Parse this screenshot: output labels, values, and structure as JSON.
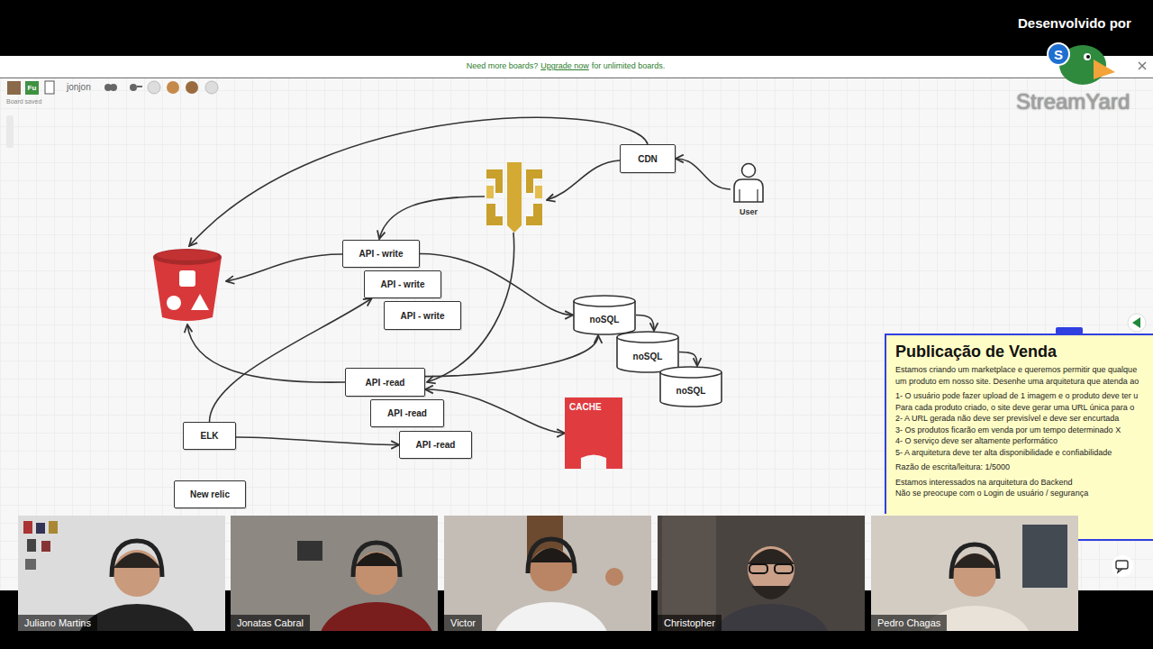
{
  "diagram": {
    "nodes": [
      {
        "text": [
          "CDN"
        ]
      },
      {
        "text": [
          "User"
        ]
      },
      {
        "text": [
          "API - write"
        ]
      },
      {
        "text": [
          "API - write"
        ]
      },
      {
        "text": [
          "noSQL"
        ]
      },
      {
        "text": [
          "API - write"
        ]
      },
      {
        "text": [
          "noSQL"
        ]
      },
      {
        "text": [
          "Publicação de Venda",
          "Estamos criando um marketplace e queremos permitir que qualque",
          "um produto em nosso site. Desenhe uma arquitetura que atenda ao",
          "1- O usuário pode fazer upload de 1 imagem e o produto deve ter u",
          "Para cada produto criado, o site deve gerar uma URL única para o",
          "2- A URL gerada não deve ser previsível e deve ser encurtada",
          "3- Os produtos ficarão em venda por um tempo determinado X",
          "4- O serviço deve ser altamente performático",
          "5- A arquitetura deve ter alta disponibilidade e confiabilidade",
          "Razão de escrita/leitura: 1/5000",
          "Estamos interessados na arquitetura do Backend",
          "Não se preocupe com o Login de usuário / segurança"
        ]
      },
      {
        "text": [
          "API -read"
        ]
      },
      {
        "text": [
          "noSQL"
        ]
      },
      {
        "text": [
          "CACHE"
        ]
      },
      {
        "text": [
          "API -read"
        ]
      },
      {
        "text": [
          "ELK"
        ]
      },
      {
        "text": [
          "API -read"
        ]
      },
      {
        "text": [
          "New relic"
        ]
      }
    ],
    "edges": [
      {
        "from": 1,
        "to": 0,
        "arrow": "to"
      },
      {
        "from": 2,
        "to": 4,
        "arrow": "to"
      },
      {
        "from": 4,
        "to": 6,
        "arrow": "to"
      },
      {
        "from": 6,
        "to": 9,
        "arrow": "to"
      },
      {
        "from": 8,
        "to": 4,
        "arrow": "to"
      },
      {
        "from": 8,
        "to": 10,
        "arrow": "both"
      },
      {
        "from": 12,
        "to": 3,
        "arrow": "to"
      },
      {
        "from": 12,
        "to": 13,
        "arrow": "to"
      }
    ],
    "labels": [
      "Desenvolvido por",
      "S",
      "StreamYard",
      "Need more boards?",
      "Upgrade now",
      "for unlimited boards.",
      "Fu",
      "jonjon",
      "Board saved",
      "Juliano Martins",
      "Jonatas Cabral",
      "Victor",
      "Christopher",
      "Pedro Chagas"
    ]
  }
}
